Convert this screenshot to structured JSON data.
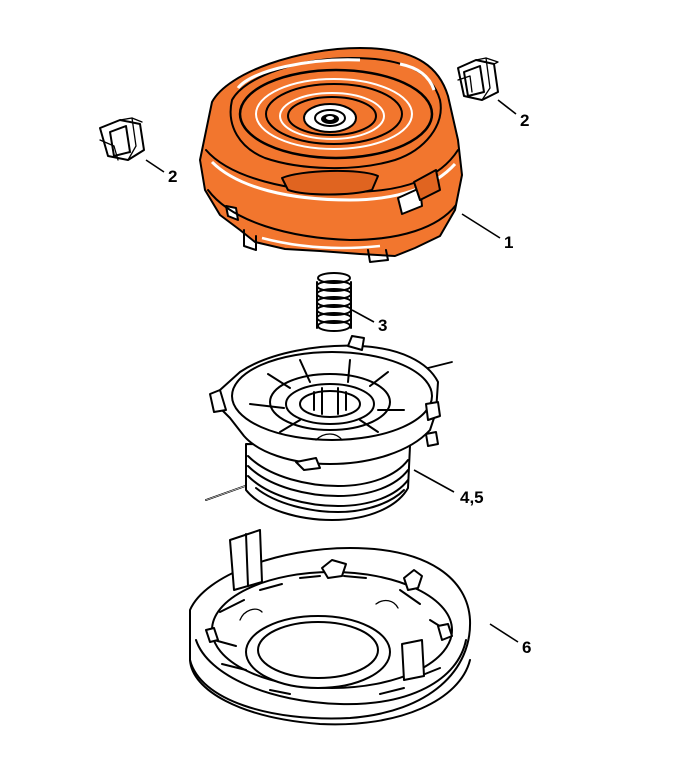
{
  "colors": {
    "cover": "#F2762E",
    "cover_shade": "#E06420",
    "ink": "#000000",
    "background": "#FFFFFF"
  },
  "parts": [
    {
      "id": "cover",
      "label": "1"
    },
    {
      "id": "clip-right",
      "label": "2"
    },
    {
      "id": "clip-left",
      "label": "2"
    },
    {
      "id": "spring",
      "label": "3"
    },
    {
      "id": "spool",
      "label": "4,5"
    },
    {
      "id": "base-ring",
      "label": "6"
    }
  ]
}
